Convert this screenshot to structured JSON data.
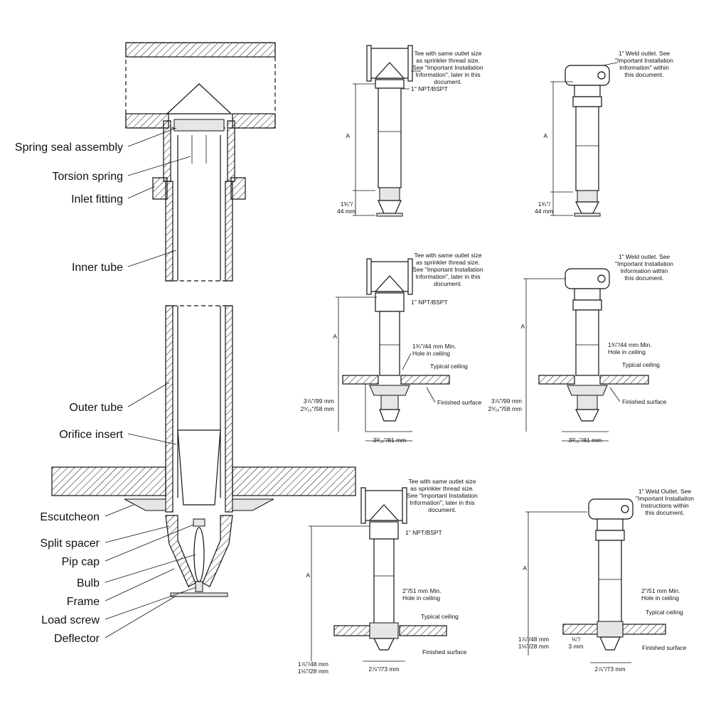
{
  "main_section": {
    "labels": [
      "Spring seal assembly",
      "Torsion spring",
      "Inlet fitting",
      "Inner tube",
      "Outer tube",
      "Orifice insert",
      "Escutcheon",
      "Split spacer",
      "Pip cap",
      "Bulb",
      "Frame",
      "Load screw",
      "Deflector"
    ]
  },
  "views": {
    "tee_1": {
      "note": [
        "Tee with same outlet size",
        "as sprinkler thread size.",
        "See \"Important Installation",
        "Information\", later in this",
        "document."
      ],
      "thread": "1\" NPT/BSPT",
      "dim_a": "A",
      "dim_bottom": [
        "1¾\"/",
        "44 mm"
      ]
    },
    "weld_1": {
      "note": [
        "1\" Weld outlet. See",
        "\"Important Installation",
        "Information\" within",
        "this document."
      ],
      "dim_a": "A",
      "dim_bottom": [
        "1¾\"/",
        "44 mm"
      ]
    },
    "tee_2": {
      "note": [
        "Tee with same outlet size",
        "as sprinkler thread size.",
        "See \"Important Installation",
        "Information\", later in this",
        "document."
      ],
      "thread": "1\" NPT/BSPT",
      "dim_a": "A",
      "hole": [
        "1¾\"/44 mm Min.",
        "Hole in ceiling"
      ],
      "ceiling": "Typical ceiling",
      "finished": "Finished surface",
      "dim_left": [
        "3⅞\"/99 mm",
        "2⁵⁄₁₆\"/58 mm"
      ],
      "dim_bottom": "3³⁄₁₆\"/81 mm"
    },
    "weld_2": {
      "note": [
        "1\" Weld outlet. See",
        "\"Important Installation",
        "Information  within",
        "this document."
      ],
      "dim_a": "A",
      "hole": [
        "1¾\"/44 mm Min.",
        "Hole in ceiling"
      ],
      "ceiling": "Typical ceiling",
      "finished": "Finished surface",
      "dim_left": [
        "3⅞\"/99 mm",
        "2⁵⁄₁₆\"/58 mm"
      ],
      "dim_bottom": "3³⁄₁₆\"/81 mm"
    },
    "tee_3": {
      "note": [
        "Tee with same outlet size",
        "as sprinkler thread size.",
        "See \"Important Installation",
        "Information\", later in this",
        "document."
      ],
      "thread": "1\" NPT/BSPT",
      "dim_a": "A",
      "hole": [
        "2\"/51 mm Min.",
        "Hole in ceiling"
      ],
      "ceiling": "Typical ceiling",
      "finished": "Finished surface",
      "dim_left": [
        "1⅞\"/48 mm",
        "1⅛\"/28 mm"
      ],
      "dim_bottom": "2⅞\"/73 mm"
    },
    "weld_3": {
      "note": [
        "1\" Weld Outlet. See",
        "\"Important Installation",
        "Instructions within",
        "this document."
      ],
      "dim_a": "A",
      "hole": [
        "2\"/51 mm Min.",
        "Hole in ceiling"
      ],
      "ceiling": "Typical ceiling",
      "finished": "Finished surface",
      "dim_left": [
        "1⅞\"/48 mm",
        "1⅛\"/28 mm"
      ],
      "dim_gap": [
        "⅛\"/",
        "3 mm"
      ],
      "dim_bottom": "2⅞\"/73 mm"
    }
  }
}
